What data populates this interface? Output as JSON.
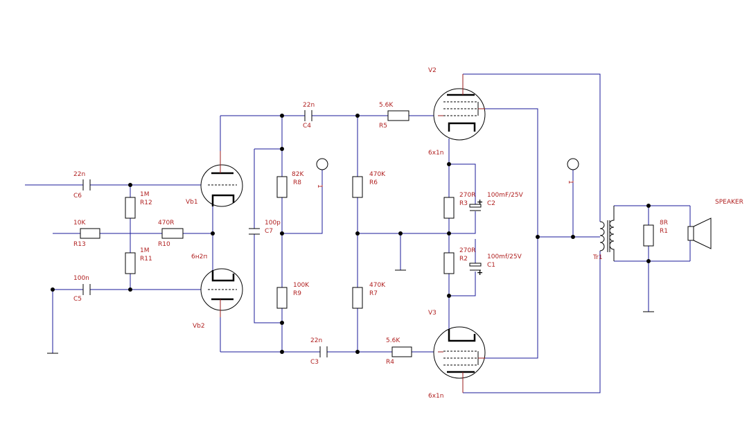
{
  "components": {
    "c6": {
      "ref": "C6",
      "value": "22n"
    },
    "c5": {
      "ref": "C5",
      "value": "100n"
    },
    "c4": {
      "ref": "C4",
      "value": "22n"
    },
    "c3": {
      "ref": "C3",
      "value": "22n"
    },
    "c7": {
      "ref": "C7",
      "value": "100p"
    },
    "c2": {
      "ref": "C2",
      "value": "100mF/25V"
    },
    "c1": {
      "ref": "C1",
      "value": "100mf/25V"
    },
    "r12": {
      "ref": "R12",
      "value": "1M"
    },
    "r11": {
      "ref": "R11",
      "value": "1M"
    },
    "r13": {
      "ref": "R13",
      "value": "10K"
    },
    "r10": {
      "ref": "R10",
      "value": "470R"
    },
    "r8": {
      "ref": "R8",
      "value": "82K"
    },
    "r9": {
      "ref": "R9",
      "value": "100K"
    },
    "r6": {
      "ref": "R6",
      "value": "470K"
    },
    "r7": {
      "ref": "R7",
      "value": "470K"
    },
    "r5": {
      "ref": "R5",
      "value": "5.6K"
    },
    "r4": {
      "ref": "R4",
      "value": "5.6K"
    },
    "r3": {
      "ref": "R3",
      "value": "270R"
    },
    "r2": {
      "ref": "R2",
      "value": "270R"
    },
    "r1": {
      "ref": "R1",
      "value": "8R"
    },
    "vb1": {
      "ref": "Vb1"
    },
    "vb2": {
      "ref": "Vb2",
      "value": "6н2п"
    },
    "v2": {
      "ref": "V2",
      "value": "6x1n"
    },
    "v3": {
      "ref": "V3",
      "value": "6x1n"
    },
    "tr1": {
      "ref": "Tr1"
    },
    "speaker": {
      "ref": "SPEAKER"
    }
  },
  "terminals": {
    "t1": {
      "pin": "1"
    },
    "t2": {
      "pin": "1"
    }
  },
  "symbols": {
    "plus": "+"
  }
}
